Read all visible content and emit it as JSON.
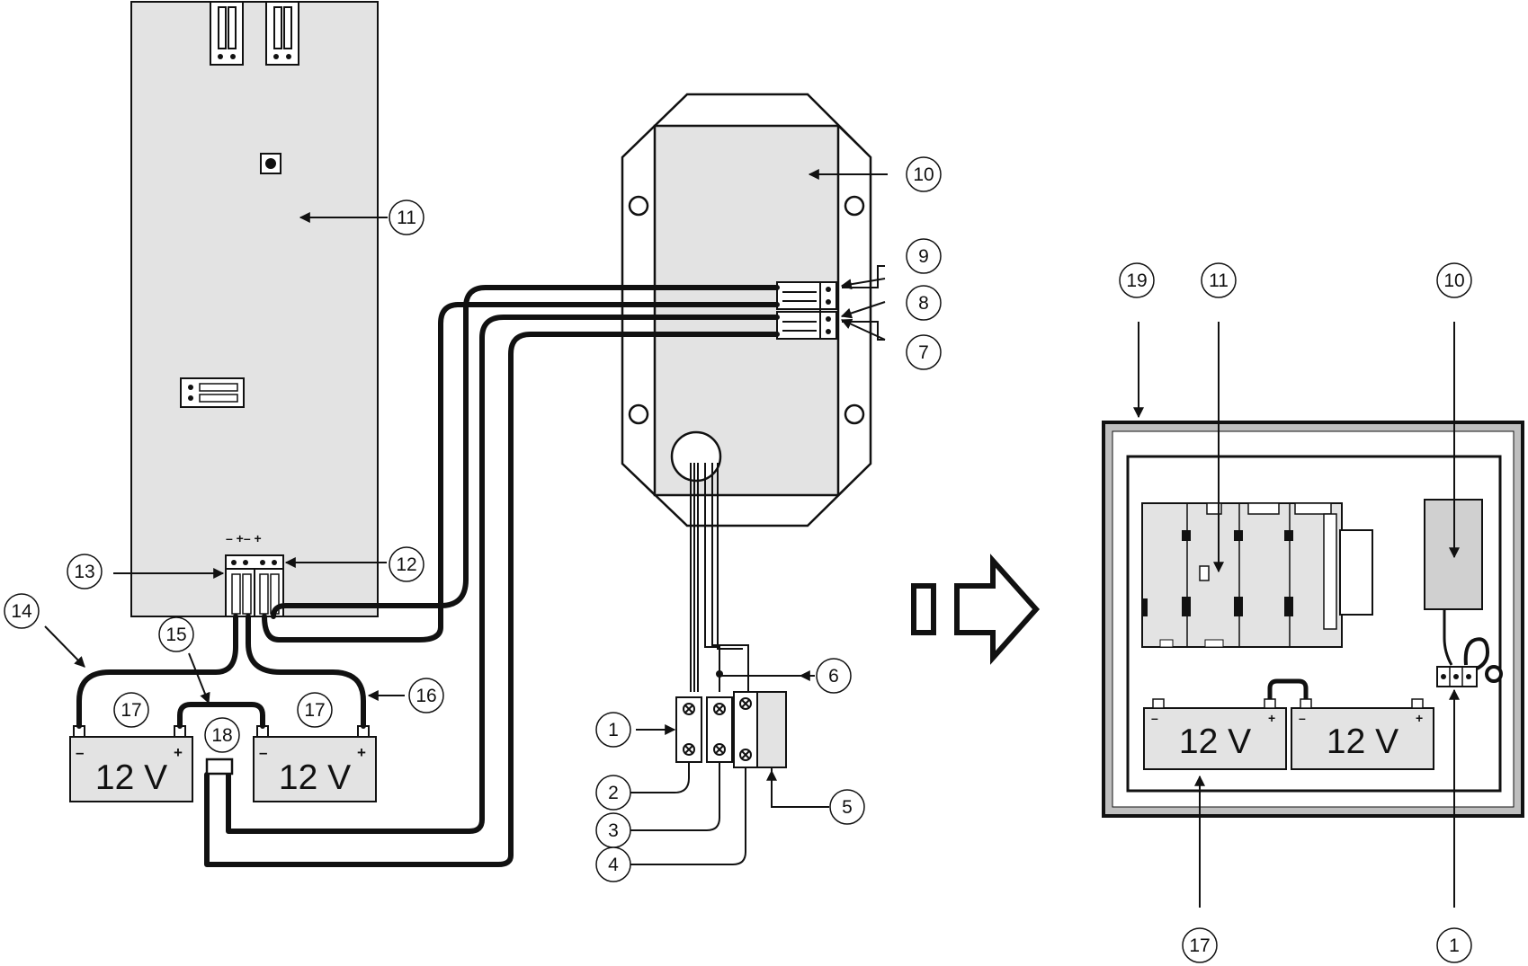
{
  "diagram": {
    "callouts": [
      "1",
      "2",
      "3",
      "4",
      "5",
      "6",
      "7",
      "8",
      "9",
      "10",
      "11",
      "12",
      "13",
      "14",
      "15",
      "16",
      "17",
      "18",
      "19"
    ],
    "battery_left_label": "12 V",
    "battery_right_label": "12 V",
    "inset_battery_left_label": "12 V",
    "inset_battery_right_label": "12 V",
    "terminal_marks": "– +– +",
    "minus_sign": "–",
    "plus_sign": "+"
  }
}
